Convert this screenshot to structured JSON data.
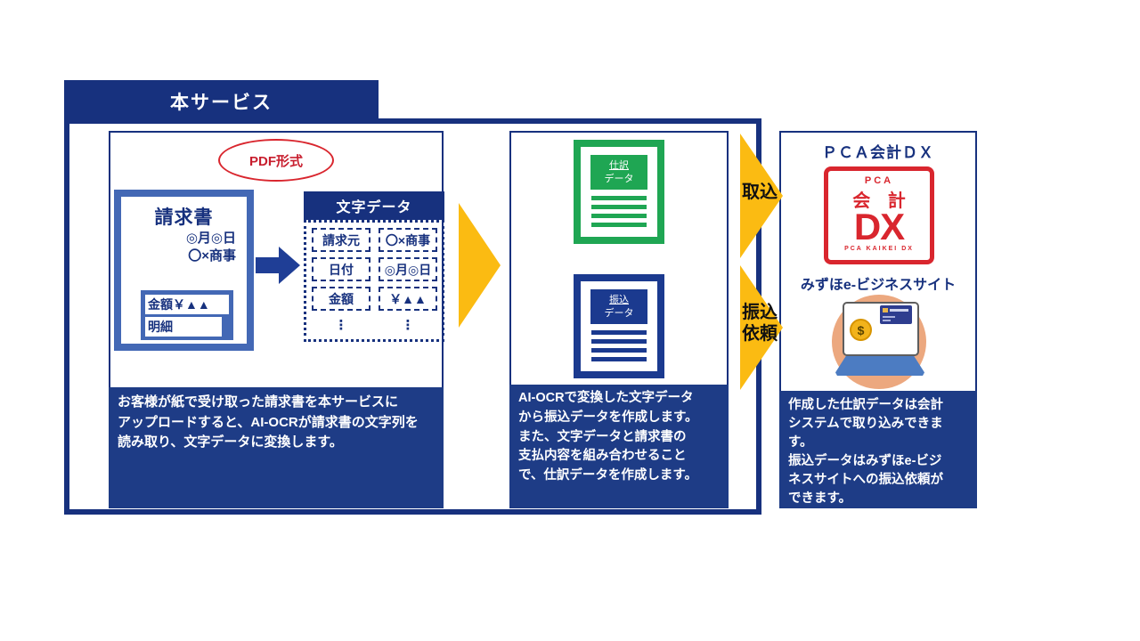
{
  "colors": {
    "navy": "#17317E",
    "caption_navy": "#1E3C86",
    "medium_blue": "#4368B5",
    "doc_blue": "#1B3A8F",
    "green": "#1FA653",
    "yellow": "#FBBB12",
    "red": "#D9262E",
    "peach": "#ECA87F"
  },
  "tab": {
    "label": "本サービス"
  },
  "left_panel": {
    "pdf_badge": "PDF形式",
    "invoice": {
      "title": "請求書",
      "date": "◎月◎日",
      "company": "〇×商事",
      "amount_row": "金額￥▲▲",
      "detail_row": "明細"
    },
    "chardata": {
      "header": "文字データ",
      "rows": [
        {
          "key": "請求元",
          "value": "〇×商事"
        },
        {
          "key": "日付",
          "value": "◎月◎日"
        },
        {
          "key": "金額",
          "value": "￥▲▲"
        },
        {
          "key": "⋮",
          "value": "⋮"
        }
      ]
    },
    "caption": "お客様が紙で受け取った請求書を本サービスに\nアップロードすると、AI-OCRが請求書の文字列を\n読み取り、文字データに変換します。"
  },
  "mid_panel": {
    "journal_doc": {
      "line1": "仕訳",
      "line2": "データ"
    },
    "transfer_doc": {
      "line1": "振込",
      "line2": "データ"
    },
    "caption": "AI-OCRで変換した文字データ\nから振込データを作成します。\nまた、文字データと請求書の\n支払内容を組み合わせること\nで、仕訳データを作成します。"
  },
  "arrows": {
    "import_label": "取込",
    "transfer_request_label": "振込\n依頼"
  },
  "right_panel": {
    "title": "ＰＣＡ会計ＤＸ",
    "logo": {
      "top": "PCA",
      "kaikei": "会 計",
      "dx": "DX",
      "bottom": "PCA KAIKEI DX"
    },
    "mizuho_title": "みずほe-ビジネスサイト",
    "coin_symbol": "$",
    "caption": "作成した仕訳データは会計\nシステムで取り込みできま\nす。\n振込データはみずほe-ビジ\nネスサイトへの振込依頼が\nできます。"
  }
}
